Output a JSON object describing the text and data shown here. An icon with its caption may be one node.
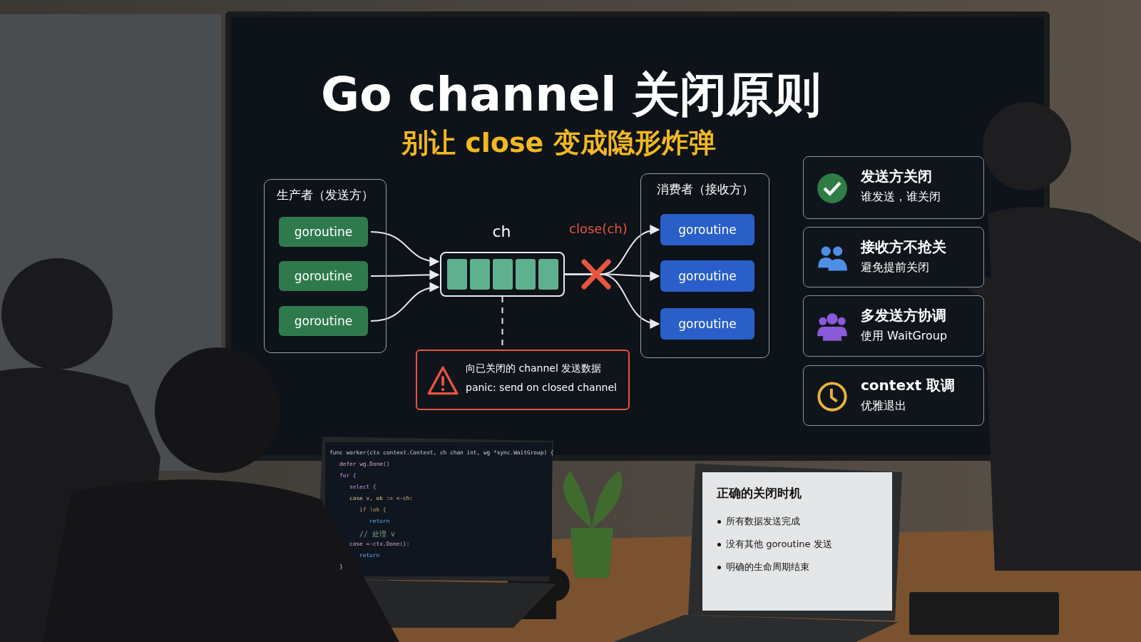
{
  "diagram": {
    "title": "Go channel 关闭原则",
    "nodes": [
      {
        "text": [
          "生产者（发送方）"
        ]
      },
      {
        "text": [
          "goroutine"
        ],
        "in": 0
      },
      {
        "text": [
          "goroutine"
        ],
        "in": 0
      },
      {
        "text": [
          "goroutine"
        ],
        "in": 0
      },
      {
        "text": [],
        "shape": "box",
        "beside": [
          "ch"
        ]
      },
      {
        "text": [
          "消费者（接收方）"
        ]
      },
      {
        "text": [
          "goroutine"
        ],
        "in": 5
      },
      {
        "text": [
          "goroutine"
        ],
        "in": 5
      },
      {
        "text": [
          "goroutine"
        ],
        "in": 5
      },
      {
        "text": [
          "向已关闭的 channel 发送数据",
          "panic: send on closed channel"
        ]
      },
      {
        "text": [
          "发送方关闭",
          "谁发送，谁关闭"
        ]
      },
      {
        "text": [
          "接收方不抢关",
          "避免提前关闭"
        ]
      },
      {
        "text": [
          "多发送方协调",
          "使用 WaitGroup"
        ]
      },
      {
        "text": [
          "context 取调",
          "优雅退出"
        ]
      }
    ],
    "edges": [
      {
        "from": 1,
        "to": 4,
        "arrow": "to"
      },
      {
        "from": 2,
        "to": 4,
        "arrow": "to"
      },
      {
        "from": 3,
        "to": 4,
        "arrow": "to"
      },
      {
        "from": 4,
        "to": 6,
        "arrow": "to"
      },
      {
        "from": 4,
        "to": 7,
        "arrow": "to"
      },
      {
        "from": 4,
        "to": 8,
        "arrow": "to"
      },
      {
        "from": 4,
        "to": 9,
        "arrow": "none",
        "style": "dashed"
      }
    ],
    "labels": [
      "别让 close 变成隐形炸弹",
      "close(ch)",
      "func worker(ctx context.Context, ch chan int, wg *sync.WaitGroup) {",
      "defer wg.Done()",
      "for {",
      "select {",
      "case v, ok := <-ch:",
      "if !ok {",
      "return",
      "// 处理 v",
      "case <-ctx.Done():",
      "return",
      "}",
      "正确的关闭时机",
      "所有数据发送完成",
      "没有其他 goroutine 发送",
      "明确的生命周期结束"
    ]
  }
}
